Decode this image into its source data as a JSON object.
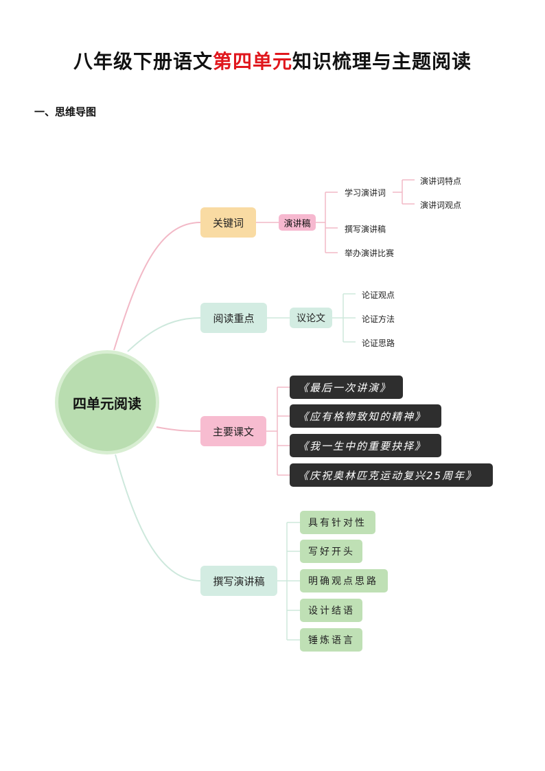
{
  "header": {
    "title_prefix": "八年级下册语文",
    "title_highlight": "第四单元",
    "title_suffix": "知识梳理与主题阅读",
    "section": "一、思维导图"
  },
  "colors": {
    "highlight": "#e0171d",
    "center": "#b9ddb0",
    "yellow": "#f9dba3",
    "mint": "#d3ece2",
    "pink": "#f7bcd0",
    "dark": "#2e2e2e",
    "green": "#bfe0b5"
  },
  "mindmap": {
    "center": "四单元阅读",
    "keyword": {
      "label": "关键词",
      "sub": "演讲稿",
      "learn": "学习演讲词",
      "learn_children": [
        "演讲词特点",
        "演讲词观点"
      ],
      "write": "撰写演讲稿",
      "contest": "举办演讲比赛"
    },
    "reading": {
      "label": "阅读重点",
      "sub": "议论文",
      "children": [
        "论证观点",
        "论证方法",
        "论证思路"
      ]
    },
    "texts": {
      "label": "主要课文",
      "children": [
        "《最后一次讲演》",
        "《应有格物致知的精神》",
        "《我一生中的重要抉择》",
        "《庆祝奥林匹克运动复兴25周年》"
      ]
    },
    "writing": {
      "label": "撰写演讲稿",
      "children": [
        "具有针对性",
        "写好开头",
        "明确观点思路",
        "设计结语",
        "锤炼语言"
      ]
    }
  }
}
